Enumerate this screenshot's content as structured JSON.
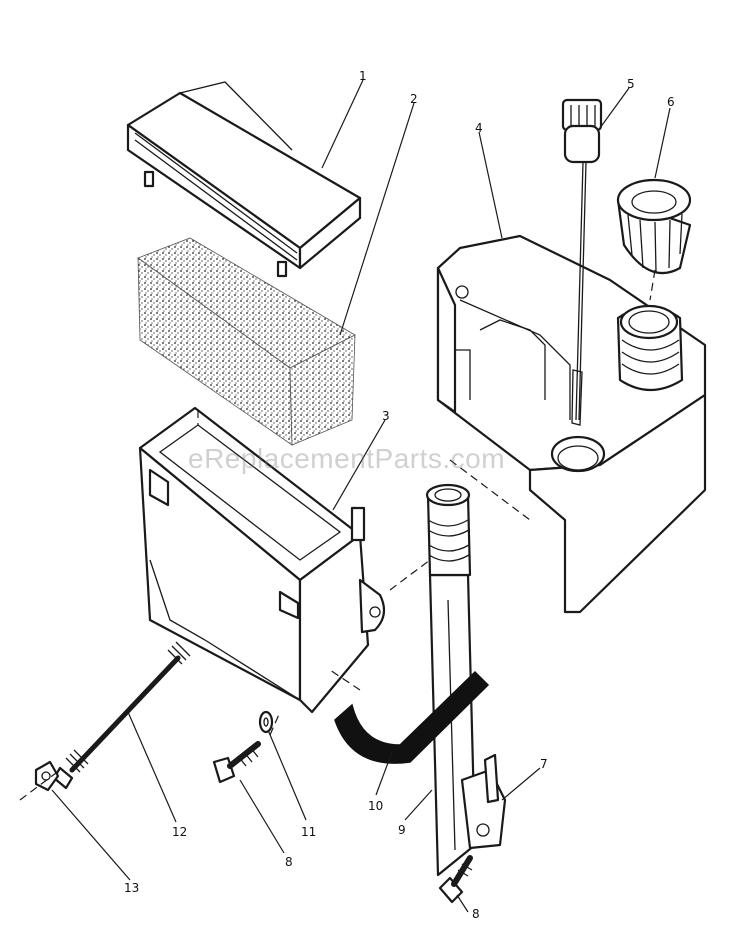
{
  "watermark": "eReplacementParts.com",
  "callouts": {
    "c1": "1",
    "c2": "2",
    "c3": "3",
    "c4": "4",
    "c5": "5",
    "c6": "6",
    "c7": "7",
    "c8a": "8",
    "c8b": "8",
    "c9": "9",
    "c10": "10",
    "c11": "11",
    "c12": "12",
    "c13": "13"
  }
}
